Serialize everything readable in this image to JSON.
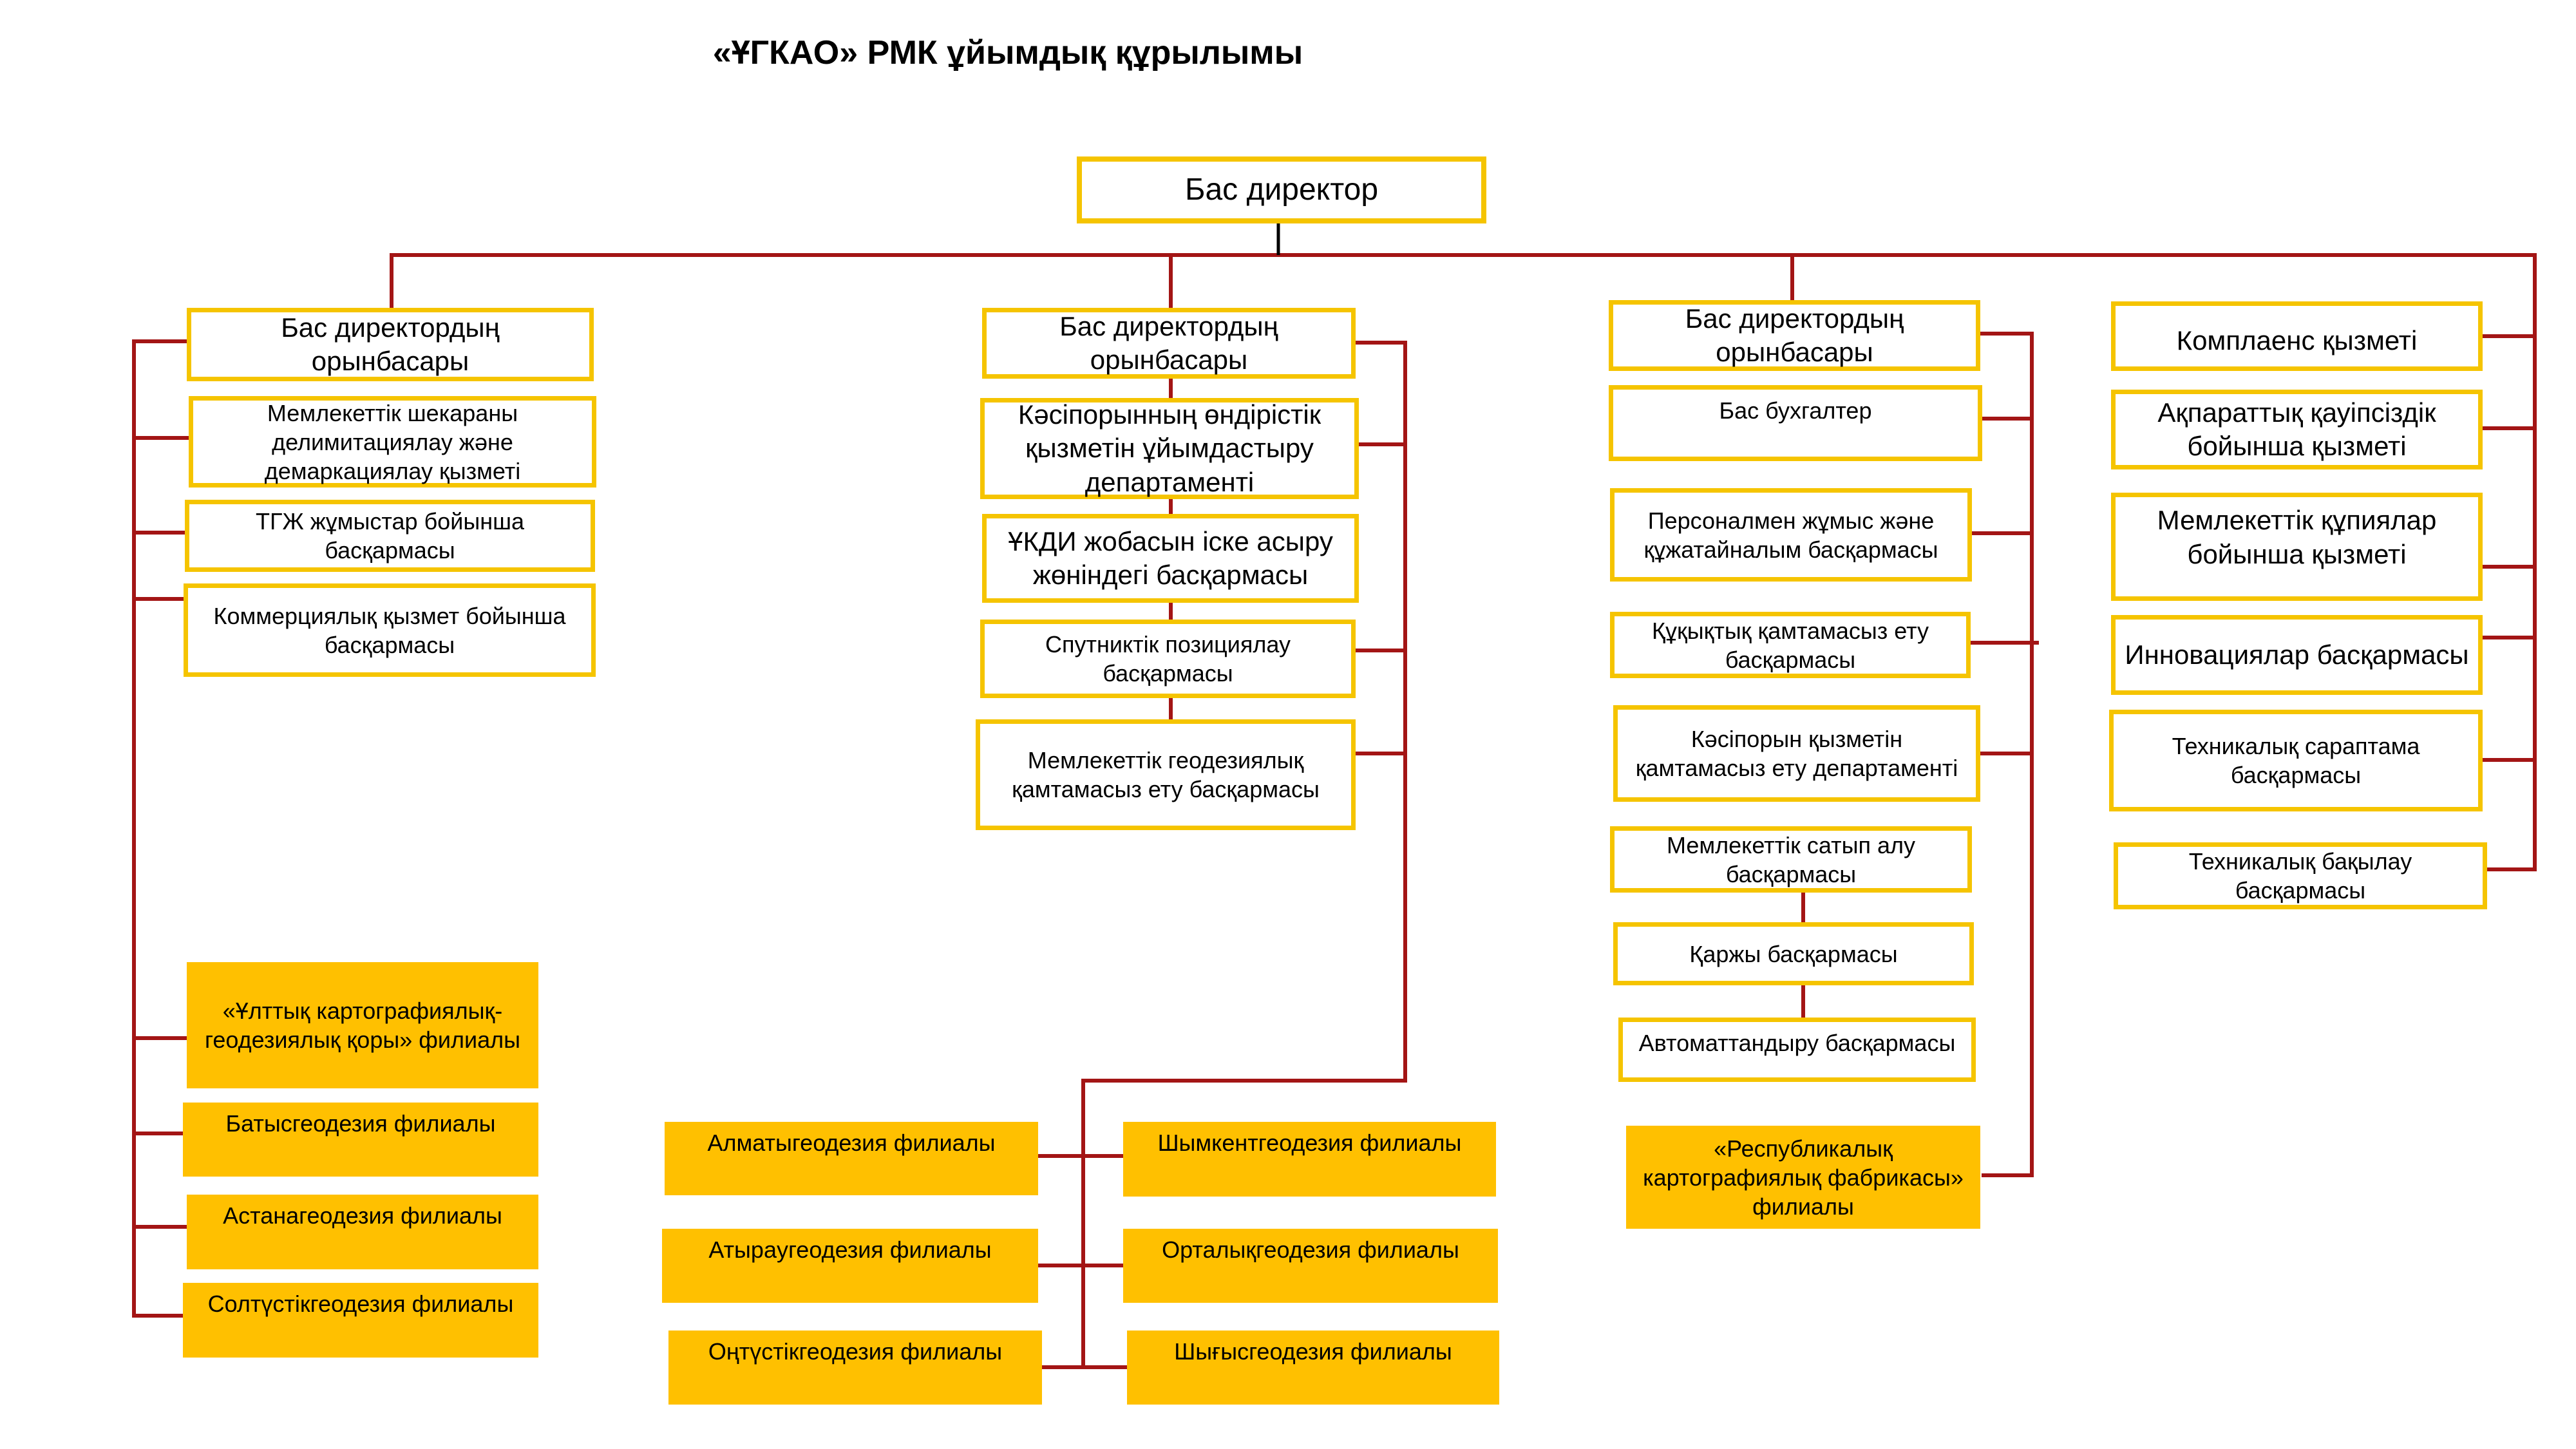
{
  "title": "«ҰГКАО» РМК ұйымдық құрылымы",
  "colors": {
    "box_border": "#F5C400",
    "box_fill": "#FFC000",
    "connector": "#A31515",
    "ceo_connector": "#000000"
  },
  "ceo": "Бас директор",
  "column1": {
    "head": "Бас директордың орынбасары",
    "units": [
      "Мемлекеттік шекараны делимитациялау және демаркациялау қызметі",
      "ТГЖ жұмыстар бойынша басқармасы",
      "Коммерциялық қызмет бойынша басқармасы"
    ],
    "branches": [
      "«Ұлттық картографиялық-геодезиялық қоры» филиалы",
      "Батысгеодезия филиалы",
      "Астанагеодезия филиалы",
      "Солтүстікгеодезия филиалы"
    ]
  },
  "column2": {
    "head": "Бас директордың орынбасары",
    "units": [
      "Кәсіпорынның өндірістік қызметін ұйымдастыру департаменті",
      "ҰКДИ жобасын іске асыру жөніндегі басқармасы",
      "Спутниктік позициялау басқармасы",
      "Мемлекеттік геодезиялық қамтамасыз ету басқармасы"
    ],
    "branches_left": [
      "Алматыгеодезия филиалы",
      "Атырaугеодезия филиалы",
      "Оңтүстікгеодезия филиалы"
    ],
    "branches_right": [
      "Шымкентгеодезия филиалы",
      "Орталықгеодезия филиалы",
      "Шығысгеодезия филиалы"
    ]
  },
  "column3": {
    "head": "Бас директордың орынбасары",
    "units": [
      "Бас бухгалтер",
      "Персоналмен жұмыс және құжатайналым басқармасы",
      "Құқықтық қамтамасыз ету басқармасы",
      "Кәсіпорын қызметін қамтамасыз ету департаменті",
      "Мемлекеттік сатып алу басқармасы",
      "Қаржы басқармасы",
      "Автоматтандыру басқармасы"
    ],
    "branch": "«Республикалық картографиялық фабрикасы» филиалы"
  },
  "column4": {
    "units": [
      "Комплаенс қызметі",
      "Ақпараттық қауіпсіздік бойынша қызметі",
      "Мемлекеттік құпиялар бойынша қызметі",
      "Инновациялар басқармасы",
      "Техникалық сараптама басқармасы",
      "Техникалық бақылау басқармасы"
    ]
  }
}
